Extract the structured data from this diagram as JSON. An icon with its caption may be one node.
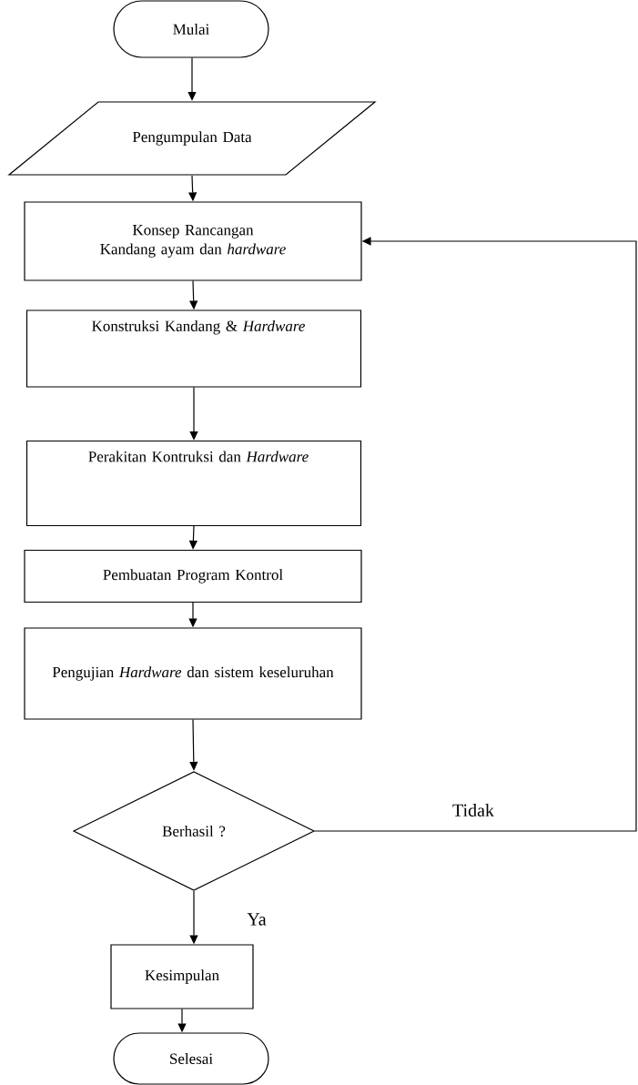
{
  "diagram": {
    "nodes": [
      {
        "text": [
          "Mulai"
        ]
      },
      {
        "text": [
          "Pengumpulan Data"
        ]
      },
      {
        "text": [
          "Konsep Rancangan",
          "Kandang ayam dan *hardware*"
        ]
      },
      {
        "text": [
          "Konstruksi Kandang & *Hardware*"
        ]
      },
      {
        "text": [
          "Perakitan Kontruksi dan *Hardware*"
        ]
      },
      {
        "text": [
          "Pembuatan Program Kontrol"
        ]
      },
      {
        "text": [
          "Pengujian *Hardware* dan sistem keseluruhan"
        ]
      },
      {
        "text": [
          "Berhasil ?"
        ]
      },
      {
        "text": [
          "Kesimpulan"
        ]
      },
      {
        "text": [
          "Selesai"
        ]
      }
    ],
    "edges": [
      {
        "from": 0,
        "to": 1,
        "arrow": "to"
      },
      {
        "from": 1,
        "to": 2,
        "arrow": "to"
      },
      {
        "from": 2,
        "to": 3,
        "arrow": "to"
      },
      {
        "from": 3,
        "to": 4,
        "arrow": "to"
      },
      {
        "from": 4,
        "to": 5,
        "arrow": "to"
      },
      {
        "from": 5,
        "to": 6,
        "arrow": "to"
      },
      {
        "from": 6,
        "to": 7,
        "arrow": "to"
      },
      {
        "from": 7,
        "to": 2,
        "arrow": "to",
        "label": "Tidak"
      },
      {
        "from": 7,
        "to": 8,
        "arrow": "to",
        "label": "Ya"
      },
      {
        "from": 8,
        "to": 9,
        "arrow": "to"
      }
    ]
  }
}
